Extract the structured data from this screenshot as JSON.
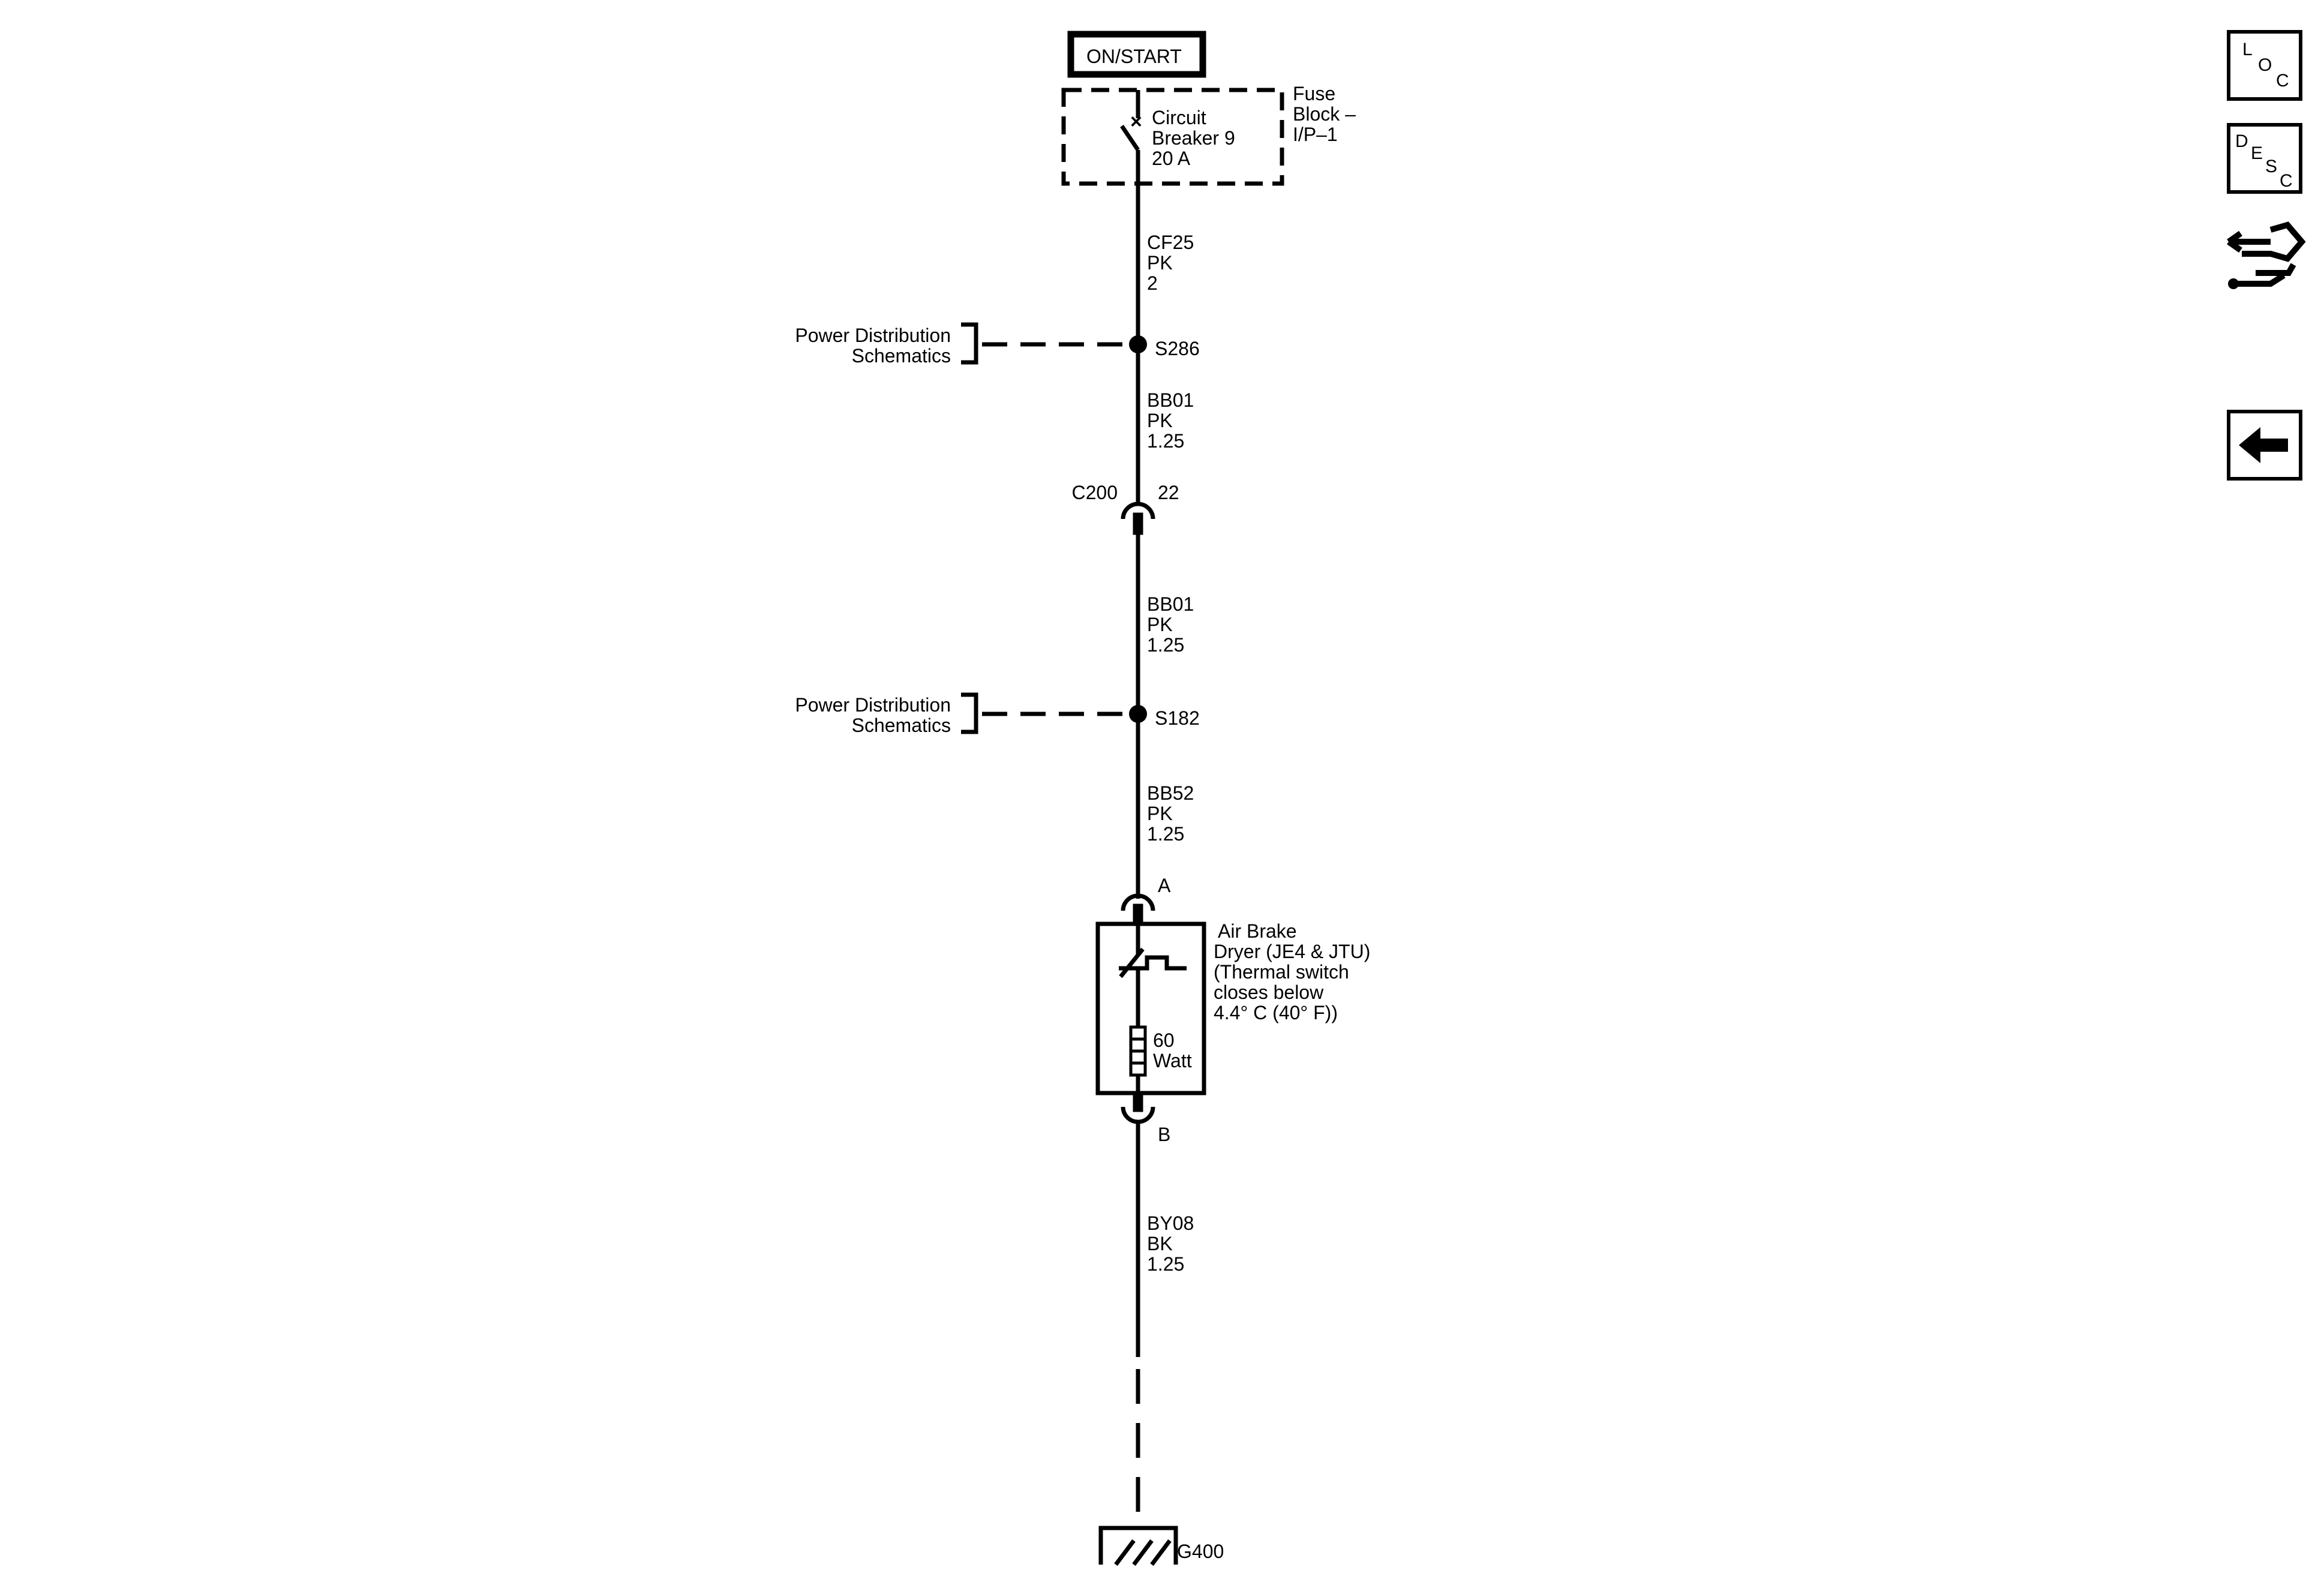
{
  "power_mode": "ON/START",
  "fuse_block": {
    "label_lines": [
      "Fuse",
      "Block –",
      "I/P–1"
    ],
    "breaker_lines": [
      "Circuit",
      "Breaker 9",
      "20 A"
    ]
  },
  "wires": [
    {
      "circuit": "CF25",
      "color": "PK",
      "size": "2"
    },
    {
      "circuit": "BB01",
      "color": "PK",
      "size": "1.25"
    },
    {
      "circuit": "BB01",
      "color": "PK",
      "size": "1.25"
    },
    {
      "circuit": "BB52",
      "color": "PK",
      "size": "1.25"
    },
    {
      "circuit": "BY08",
      "color": "BK",
      "size": "1.25"
    }
  ],
  "splices": [
    {
      "id": "S286",
      "ref_lines": [
        "Power Distribution",
        "Schematics"
      ]
    },
    {
      "id": "S182",
      "ref_lines": [
        "Power Distribution",
        "Schematics"
      ]
    }
  ],
  "connector": {
    "id": "C200",
    "pin": "22"
  },
  "component": {
    "pin_in": "A",
    "pin_out": "B",
    "name_lines": [
      "Air Brake",
      "Dryer (JE4 & JTU)",
      "(Thermal switch",
      "closes below",
      "4.4° C (40° F))"
    ],
    "heater_lines": [
      "60",
      "Watt"
    ]
  },
  "ground": {
    "id": "G400"
  },
  "nav": {
    "loc": {
      "l": "L",
      "o": "O",
      "c": "C"
    },
    "desc": {
      "d": "D",
      "e": "E",
      "s": "S",
      "c": "C"
    },
    "connector_icon": "connector-end-view-icon",
    "back_icon": "back-arrow-icon"
  }
}
